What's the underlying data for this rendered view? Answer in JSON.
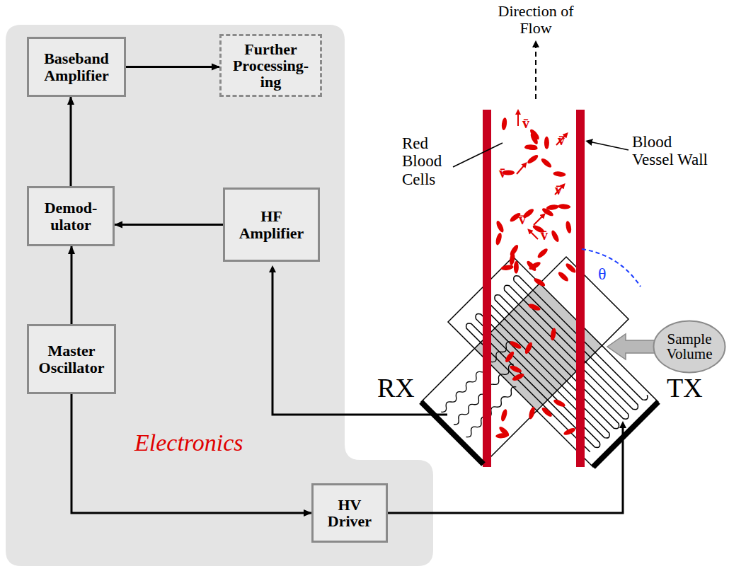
{
  "diagram": {
    "nodes": [
      {
        "text": [
          "Electronics"
        ]
      },
      {
        "text": [
          "Baseband Amplifier"
        ],
        "in": 0
      },
      {
        "text": [
          "Further Processing- ing"
        ],
        "in": 0
      },
      {
        "text": [
          "Demod- ulator"
        ],
        "in": 0
      },
      {
        "text": [
          "HF Amplifier"
        ],
        "in": 0
      },
      {
        "text": [
          "Master Oscillator"
        ],
        "in": 0
      },
      {
        "text": [
          "HV Driver"
        ],
        "in": 0
      },
      {
        "text": [
          "Sample Volume"
        ]
      }
    ],
    "edges": [
      {
        "from": 1,
        "to": 2,
        "arrow": "to"
      },
      {
        "from": 3,
        "to": 1,
        "arrow": "to"
      },
      {
        "from": 4,
        "to": 3,
        "arrow": "to"
      },
      {
        "from": 5,
        "to": 3,
        "arrow": "to"
      },
      {
        "from": 5,
        "to": 6,
        "arrow": "to"
      }
    ],
    "labels": [
      "Direction of Flow",
      "Red Blood Cells",
      "Blood Vessel Wall",
      "v̄",
      "v̄",
      "v̄",
      "v̄",
      "v̄",
      "v̄",
      "θ",
      "RX",
      "TX"
    ]
  }
}
